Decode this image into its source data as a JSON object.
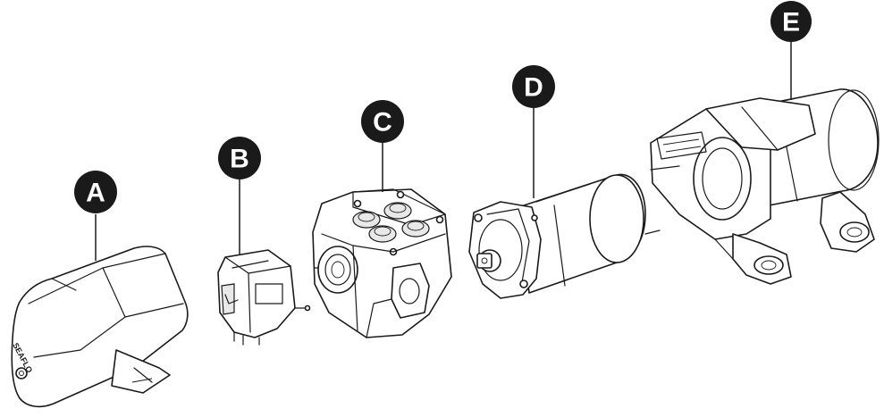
{
  "labels": {
    "a": "A",
    "b": "B",
    "c": "C",
    "d": "D",
    "e": "E"
  },
  "brand": "SEAFLO",
  "colors": {
    "ink": "#1a1a1a",
    "background": "#ffffff"
  }
}
